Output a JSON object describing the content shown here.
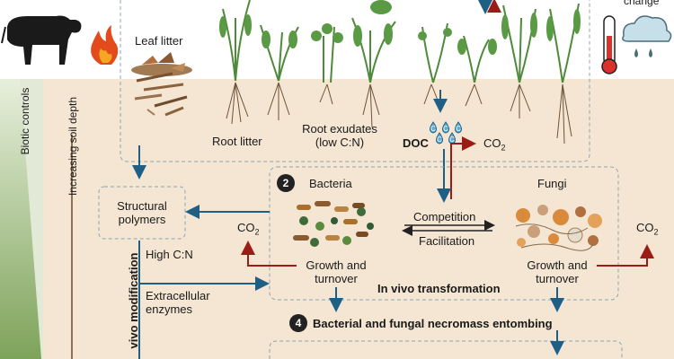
{
  "top": {
    "leaf_litter": "Leaf litter",
    "change_text": "change"
  },
  "soil": {
    "root_litter": "Root litter",
    "root_exudates_line1": "Root exudates",
    "root_exudates_line2": "(low C:N)",
    "doc": "DOC",
    "co2_doc": "CO",
    "doc_drop_letter": "C"
  },
  "side": {
    "biotic_controls": "Biotic controls",
    "increasing_soil_depth": "Increasing soil depth",
    "in_vivo_modification": "vivo modification"
  },
  "structural": {
    "title_line1": "Structural",
    "title_line2": "polymers",
    "high_cn": "High C:N",
    "enzymes_line1": "Extracellular",
    "enzymes_line2": "enzymes"
  },
  "microbes": {
    "step_number": "2",
    "bacteria": "Bacteria",
    "fungi": "Fungi",
    "competition": "Competition",
    "facilitation": "Facilitation",
    "growth_line1": "Growth and",
    "growth_line2": "turnover",
    "fungi_growth_line1": "Growth and",
    "fungi_growth_line2": "turnover",
    "co2_left": "CO",
    "co2_right": "CO",
    "in_vivo_transformation": "In vivo transformation"
  },
  "entombing": {
    "step_number": "4",
    "label": "Bacterial and fungal necromass entombing"
  },
  "subscript_2": "2",
  "colors": {
    "soil": "#f4e6d2",
    "side_band": "#8fb06a",
    "arrow_blue": "#1f5f86",
    "arrow_red": "#9b1c14",
    "dashed": "#8aa7b3",
    "plant_green": "#4d8a3a"
  }
}
